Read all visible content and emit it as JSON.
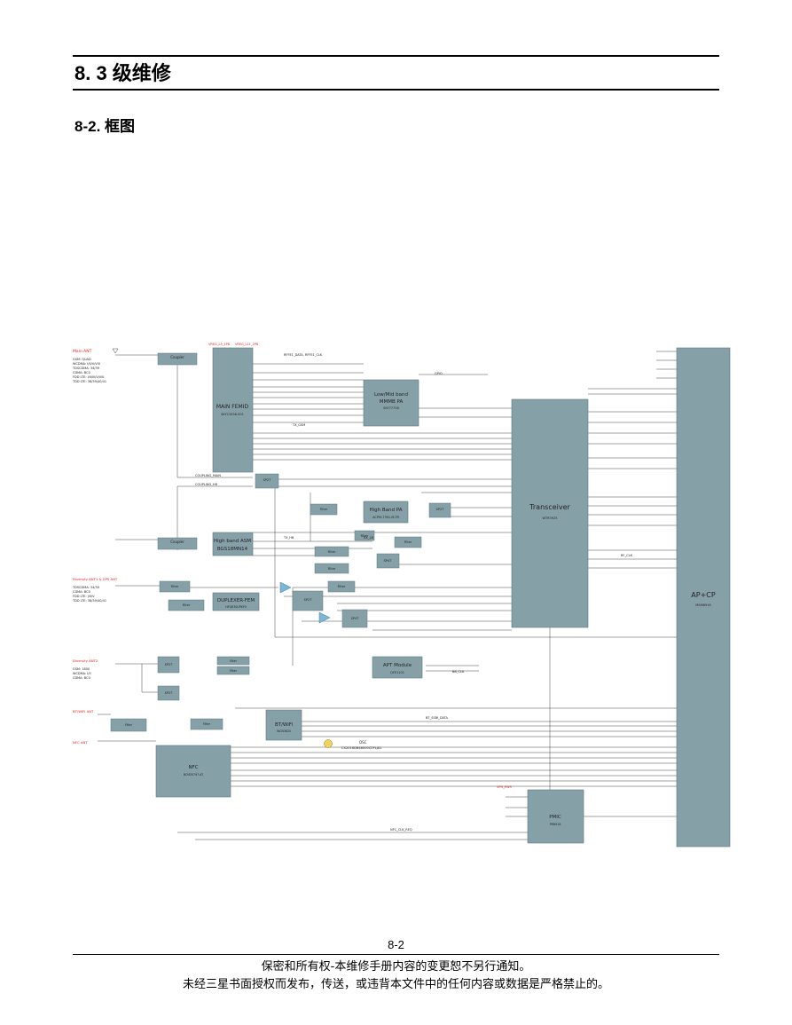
{
  "header": {
    "title": "8. 3 级维修",
    "subtitle": "8-2.  框图"
  },
  "blocks": {
    "main_femid": "MAIN FEMID",
    "main_femid_pn": "SKY13436-001",
    "lowmid": "Low/Mid band",
    "mmmb": "MMMB PA",
    "lowmid_pn": "SKY77758",
    "transceiver": "Transceiver",
    "transceiver_pn": "WTR3925",
    "apcp": "AP+CP",
    "apcp_pn": "MSM8916",
    "highpa": "High Band PA",
    "highpa_pn": "ACPM-7391-M-TR",
    "highasm": "High band ASM",
    "highasm_pn": "BGS18MN14",
    "duplexer": "DUPLEXER-FEM",
    "duplexer_pn": "HFQR30UPKF9",
    "apt": "APT Module",
    "apt_pn": "QFE1101",
    "btwifi": "BT/WiFi",
    "btwifi_pn": "WCN3620",
    "nfc": "NFC",
    "nfc_pn": "BCM20797-AT",
    "pmic": "PMIC",
    "pmic_pn": "PM8916",
    "osc": "OSC",
    "osc_pn": "CX2016DB48000C0FLJA1",
    "coupler": "Coupler",
    "filter": "Filter",
    "spdt": "SP2T",
    "sp4t": "SP4T"
  },
  "labels": {
    "main_ant": "Main ANT",
    "diversity_ant1": "Diversity ANT1 & GPS ANT",
    "diversity_ant2": "Diversity ANT2",
    "bt_wifi_ant": "BT/WIFI ANT",
    "nfc_ant": "NFC ANT",
    "main_bands": [
      "GSM: QUAD",
      "WCDMA: I/II/V/VIII",
      "TDSCDMA: 34/39",
      "CDMA: BC0",
      "FDD LTE: I/II/III/V/VIII",
      "TDD LTE: 38/39/40/41"
    ],
    "div_bands": [
      "TDSCDMA: 34/39",
      "CDMA: BC0",
      "FDD LTE: I/II/V",
      "TDD LTE: 38/39/40/41"
    ],
    "div2_bands": [
      "GSM: 1800",
      "WCDMA: I/II",
      "CDMA: BC0"
    ],
    "coupling_main": "COUPLING_MAIN",
    "coupling_hb": "COUPLING_HB",
    "rffe_data": "RFFE1_DATA, RFFE1_CLK",
    "gpio": "GPIO",
    "rf_clk": "RF_CLK",
    "bb_clk": "BB_CLK",
    "vreg_l5": "VREG_L5_1P8",
    "vreg_l11": "VREG_L11_2P8",
    "vph_pwr": "VPH_PWR",
    "tx_gsm": "TX_GSM",
    "rx_lb": "RX_LB",
    "tx_hb": "TX_HB",
    "nfc_clk": "NFC_CLK_REQ",
    "bt_data": "BT_SSBI_DATA"
  }
}
